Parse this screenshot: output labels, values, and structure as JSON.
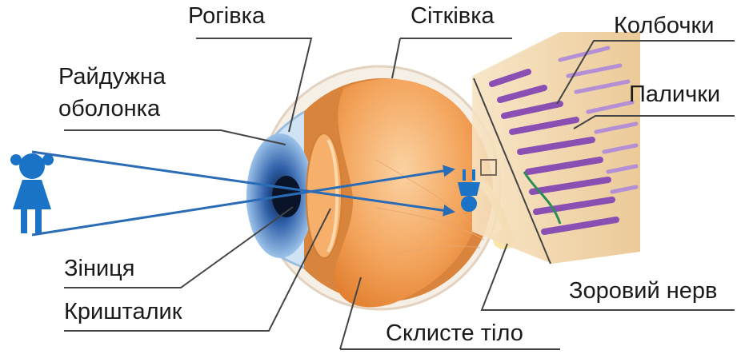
{
  "labels": {
    "cornea": "Рогівка",
    "iris_line1": "Райдужна",
    "iris_line2": "оболонка",
    "pupil": "Зіниця",
    "lens": "Кришталик",
    "retina": "Сітківка",
    "cones": "Колбочки",
    "rods": "Палички",
    "optic_nerve": "Зоровий нерв",
    "vitreous": "Склисте тіло"
  },
  "colors": {
    "ray": "#2a6bb5",
    "figure": "#1a73c6",
    "leader": "#444444",
    "vitreous": "#f3a35a",
    "sclera": "#f6efe6",
    "iris": "#2f5fa8",
    "cone": "#8a4fb3",
    "rod": "#9b6cc4",
    "tissue": "#f2d7a8"
  }
}
